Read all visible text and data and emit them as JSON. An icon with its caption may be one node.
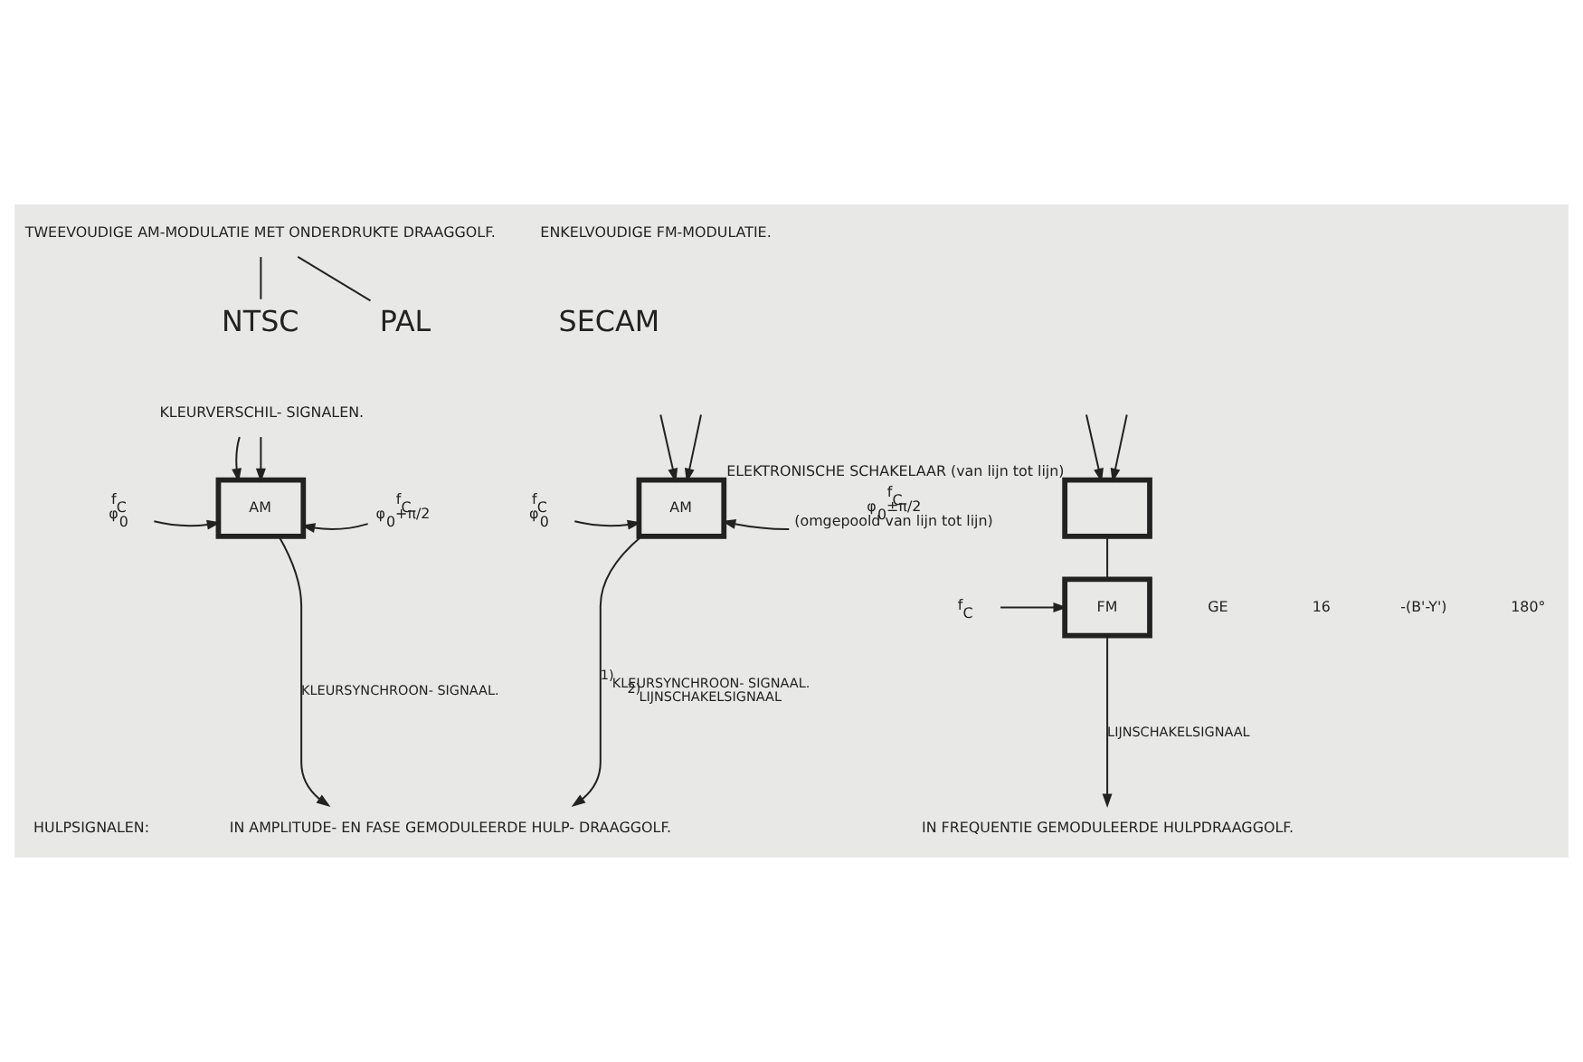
{
  "diagram": {
    "nodes": [
      {
        "text": [
          "TWEEVOUDIGE AM-MODULATIE MET ONDERDRUKTE DRAAGGOLF."
        ]
      },
      {
        "text": [
          "NTSC"
        ]
      },
      {
        "text": [
          "PAL"
        ]
      },
      {
        "text": [
          "ENKELVOUDIGE FM-MODULATIE."
        ]
      },
      {
        "text": [
          "SECAM"
        ]
      },
      {
        "text": [
          "KLEURVERSCHIL- SIGNALEN."
        ]
      },
      {
        "text": [
          "AM"
        ]
      },
      {
        "text": [
          "f$_{C}$",
          "φ$_{0}$"
        ]
      },
      {
        "text": [
          "f$_{C}$",
          "φ$_{0}$+π/2"
        ]
      },
      {
        "text": [
          "AM"
        ]
      },
      {
        "text": [
          "f$_{C}$",
          "φ$_{0}$"
        ]
      },
      {
        "text": [
          "f$_{C}$",
          "φ$_{0}$±π/2"
        ],
        "beside": [
          "(omgepoold van lijn tot lijn)"
        ]
      },
      {
        "text": [],
        "shape": "box",
        "beside": [
          "ELEKTRONISCHE SCHAKELAAR (van lijn tot lijn)"
        ]
      },
      {
        "text": [
          "FM"
        ]
      },
      {
        "text": [
          "f$_{C}$"
        ]
      },
      {
        "text": [
          "IN AMPLITUDE- EN FASE GEMODULEERDE HULP- DRAAGGOLF."
        ]
      },
      {
        "text": [
          "IN FREQUENTIE GEMODULEERDE HULPDRAAGGOLF."
        ]
      }
    ],
    "edges": [
      {
        "from": 0,
        "to": 1,
        "arrow": "none"
      },
      {
        "from": 0,
        "to": 2,
        "arrow": "none"
      },
      {
        "from": 5,
        "to": 6,
        "arrow": "to"
      },
      {
        "from": 5,
        "to": 6,
        "arrow": "to"
      },
      {
        "from": 7,
        "to": 6,
        "arrow": "to"
      },
      {
        "from": 8,
        "to": 6,
        "arrow": "to"
      },
      {
        "from": null,
        "to": 9,
        "arrow": "to"
      },
      {
        "from": null,
        "to": 9,
        "arrow": "to"
      },
      {
        "from": 10,
        "to": 9,
        "arrow": "to"
      },
      {
        "from": 11,
        "to": 9,
        "arrow": "to"
      },
      {
        "from": null,
        "to": 12,
        "arrow": "to"
      },
      {
        "from": null,
        "to": 12,
        "arrow": "to"
      },
      {
        "from": 12,
        "to": 13,
        "arrow": "none"
      },
      {
        "from": 14,
        "to": 13,
        "arrow": "to"
      },
      {
        "from": 6,
        "to": 15,
        "arrow": "to",
        "label": "KLEURSYNCHROON- SIGNAAL."
      },
      {
        "from": 9,
        "to": 15,
        "arrow": "to",
        "label": "$^{1)}$KLEURSYNCHROON- SIGNAAL. $^{2)}$LIJNSCHAKELSIGNAAL"
      },
      {
        "from": 13,
        "to": 16,
        "arrow": "to",
        "label": "LIJNSCHAKELSIGNAAL"
      }
    ],
    "labels": [
      "HULPSIGNALEN:",
      "GE",
      "16",
      "-(B'-Y')",
      "180°"
    ]
  }
}
